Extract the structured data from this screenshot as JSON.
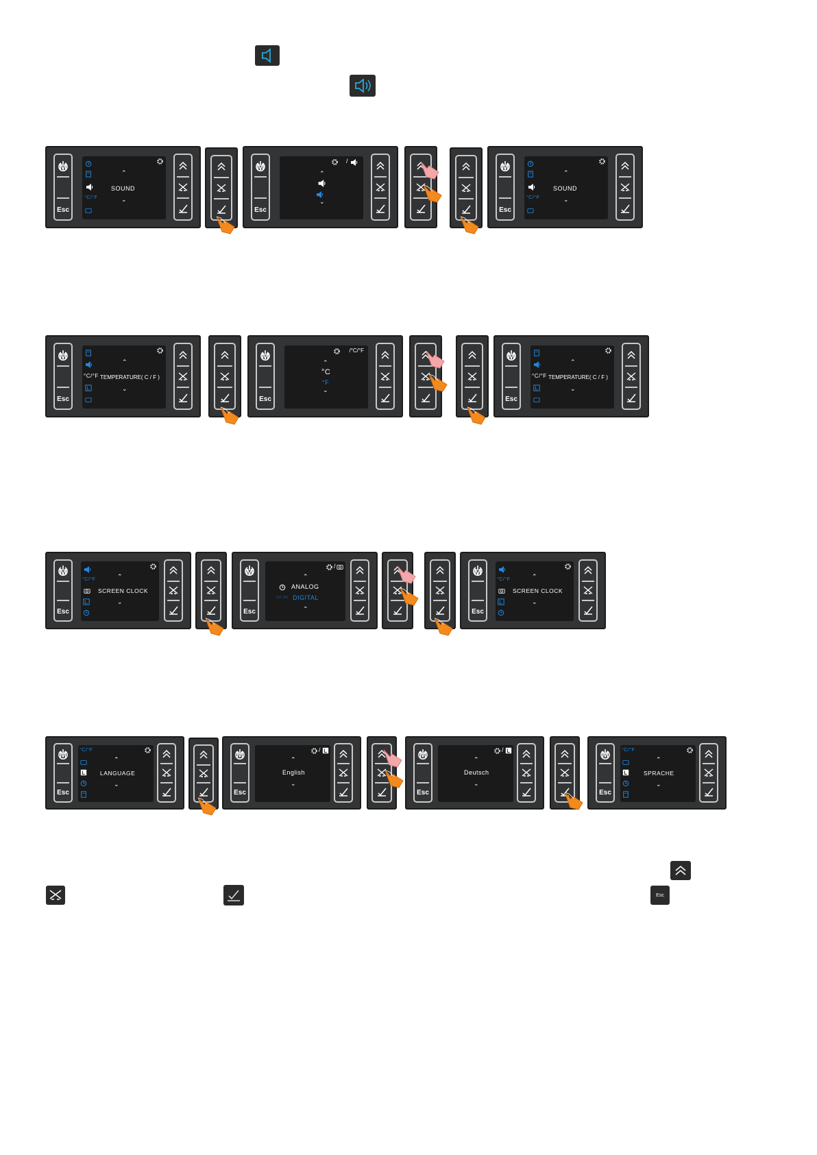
{
  "sound_menu": {
    "title": "SOUND",
    "option_mute": "mute",
    "option_on": "on"
  },
  "temperature_menu": {
    "title": "TEMPERATURE( C / F )",
    "unit_c": "°C",
    "unit_f": "°F",
    "header_unit": "/°C/°F",
    "menu_unit_label": "°C/°F"
  },
  "clock_menu": {
    "title": "SCREEN CLOCK",
    "option_analog": "ANALOG",
    "option_digital": "DIGITAL",
    "digital_sample": "10:30"
  },
  "language_menu": {
    "title": "LANGUAGE",
    "option_english": "English",
    "option_deutsch": "Deutsch",
    "title_de": "SPRACHE"
  },
  "buttons": {
    "esc": "Esc",
    "m": "M"
  },
  "footer_chip": {
    "esc": "Esc"
  },
  "colors": {
    "panel": "#333436",
    "screen": "#1a1a1a",
    "accent": "#1e88e5",
    "finger_orange": "#f28a1e",
    "finger_pink": "#f4a7a9"
  }
}
